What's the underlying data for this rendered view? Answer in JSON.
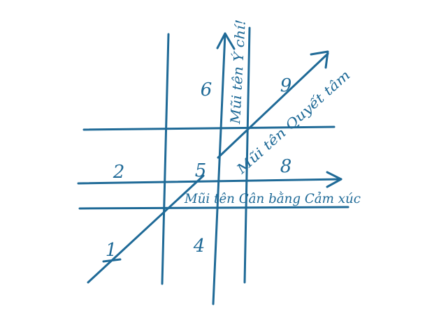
{
  "diagram": {
    "ink_color": "#1f6a97",
    "zones": [
      "1",
      "2",
      "4",
      "5",
      "6",
      "8",
      "9"
    ],
    "arrow_labels": {
      "vertical": "Mũi tên Ý chí!",
      "diagonal": "Mũi tên Quyết tâm",
      "horizontal": "Mũi tên Cân bằng Cảm xúc"
    }
  }
}
